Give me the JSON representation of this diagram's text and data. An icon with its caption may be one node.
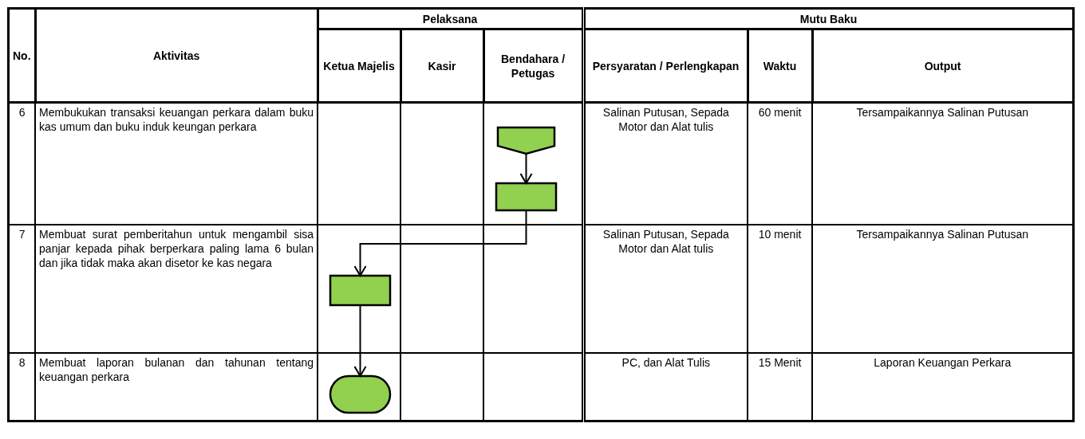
{
  "diagram": {
    "nodes": [
      {
        "text": [],
        "shape": "pentagon"
      },
      {
        "text": [],
        "shape": "box"
      },
      {
        "text": [],
        "shape": "box"
      },
      {
        "text": [],
        "shape": "terminator"
      }
    ],
    "edges": [
      {
        "from": 0,
        "to": 1,
        "arrow": "to"
      },
      {
        "from": 1,
        "to": 2,
        "arrow": "to"
      },
      {
        "from": 2,
        "to": 3,
        "arrow": "to"
      }
    ],
    "labels": [
      "No.",
      "Aktivitas",
      "Pelaksana",
      "Mutu Baku",
      "Ketua Majelis",
      "Kasir",
      "Bendahara / Petugas",
      "Persyaratan / Perlengkapan",
      "Waktu",
      "Output",
      "6",
      "Membukukan transaksi keuangan perkara dalam buku kas umum dan buku induk keungan perkara",
      "Salinan Putusan, Sepada Motor dan Alat tulis",
      "60 menit",
      "Tersampaikannya Salinan Putusan",
      "7",
      "Membuat surat pemberitahun untuk mengambil sisa panjar kepada pihak berperkara paling lama 6 bulan dan jika tidak maka akan disetor ke kas negara",
      "Salinan Putusan, Sepada Motor dan Alat tulis",
      "10 menit",
      "Tersampaikannya Salinan Putusan",
      "8",
      "Membuat laporan bulanan dan tahunan tentang keuangan perkara",
      "PC, dan Alat Tulis",
      "15 Menit",
      "Laporan Keuangan Perkara"
    ]
  }
}
